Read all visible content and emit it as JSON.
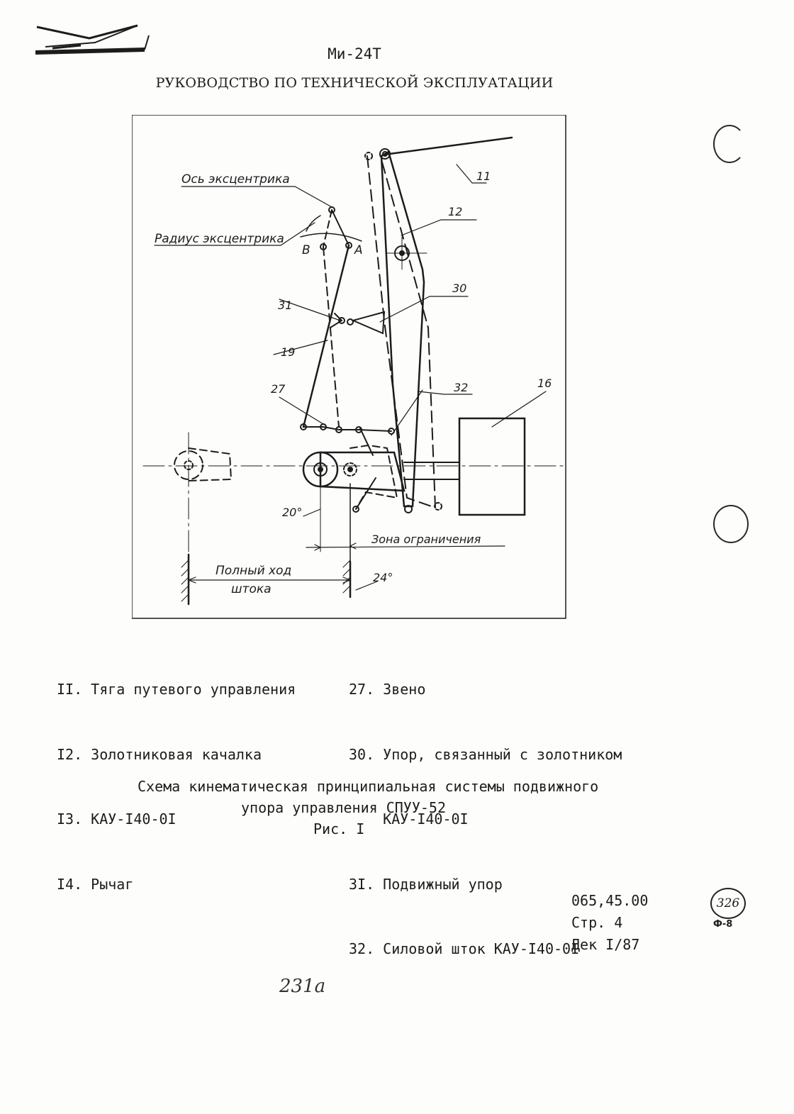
{
  "header": {
    "model": "Ми-24Т",
    "subtitle": "РУКОВОДСТВО ПО ТЕХНИЧЕСКОЙ ЭКСПЛУАТАЦИИ"
  },
  "figure": {
    "labels": {
      "eccentric_axis": "Ось эксцентрика",
      "eccentric_radius": "Радиус эксцентрика",
      "point_b": "B",
      "point_a": "A",
      "limit_zone": "Зона ограничения",
      "full_stroke_line1": "Полный ход",
      "full_stroke_line2": "штока",
      "angle_20": "20°",
      "angle_24": "24°"
    },
    "callouts": [
      "11",
      "12",
      "30",
      "31",
      "19",
      "27",
      "32",
      "16"
    ]
  },
  "legend": {
    "left": [
      "II. Тяга путевого управления",
      "I2. Золотниковая качалка",
      "I3. КАУ-I40-0I",
      "I4. Рычаг"
    ],
    "right": [
      "27. Звено",
      "30. Упор, связанный с золотником",
      "    КАУ-I40-0I",
      "3I. Подвижный упор",
      "32. Силовой шток КАУ-I40-0I"
    ]
  },
  "caption": {
    "line1": "Схема кинематическая принципиальная системы подвижного",
    "line2": "упора управления СПУУ-52",
    "line3": "Рис. I"
  },
  "doc_info": {
    "code": "065,45.00",
    "page": "Стр. 4",
    "revision": "Дек I/87"
  },
  "stamps": {
    "page_number": "326",
    "form": "Ф-8",
    "handwritten": "231а"
  }
}
